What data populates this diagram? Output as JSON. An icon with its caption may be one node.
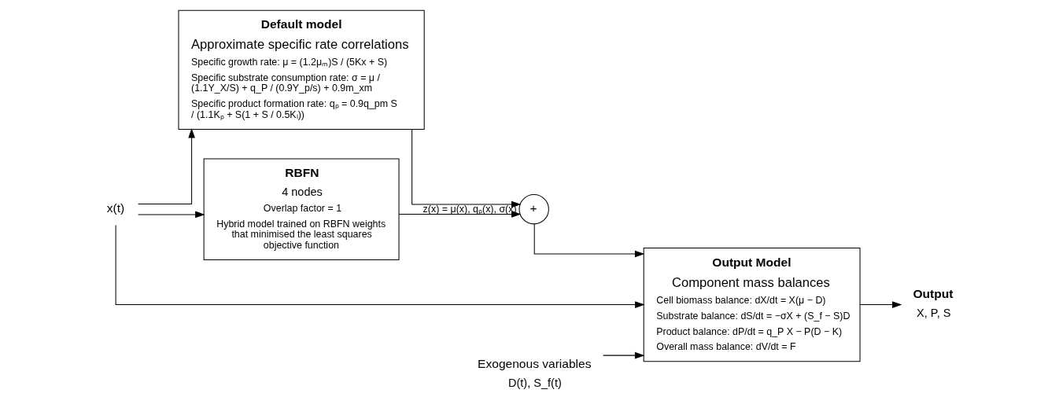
{
  "diagram": {
    "nodes": [
      {
        "text": [
          "x(t)"
        ]
      },
      {
        "text": [
          "Default model",
          "Approximate specific rate correlations",
          "Specific growth rate: μ = (1.2μₘ)S / (5Kx + S)",
          "Specific substrate consumption rate: σ = μ / (1.1Y_X/S) + q_P / (0.9Y_p/s) + 0.9m_xm",
          "Specific product formation rate: qₚ = 0.9q_pm S / (1.1Kₚ + S(1 + S / 0.5Kₗ))"
        ]
      },
      {
        "text": [
          "RBFN",
          "4 nodes",
          "Overlap factor = 1",
          "Hybrid model trained on RBFN weights that minimised the least squares objective function"
        ]
      },
      {
        "text": [
          "+"
        ]
      },
      {
        "text": [
          "Exogenous variables",
          "D(t), S_f(t)"
        ]
      },
      {
        "text": [
          "Output Model",
          "Component mass balances",
          "Cell biomass balance: dX/dt = X(μ − D)",
          "Substrate balance: dS/dt = −σX + (S_f − S)D",
          "Product balance: dP/dt = q_P X − P(D − K)",
          "Overall mass balance: dV/dt = F"
        ]
      },
      {
        "text": [
          "Output",
          "X, P, S"
        ]
      }
    ],
    "edges": [
      {
        "from": 0,
        "to": 1,
        "arrow": "to"
      },
      {
        "from": 0,
        "to": 2,
        "arrow": "to"
      },
      {
        "from": 0,
        "to": 5,
        "arrow": "to"
      },
      {
        "from": 1,
        "to": 3,
        "arrow": "to",
        "label": "z(x) = μ(x), qₚ(x), σ(x)"
      },
      {
        "from": 2,
        "to": 3,
        "arrow": "to"
      },
      {
        "from": 3,
        "to": 5,
        "arrow": "to"
      },
      {
        "from": 4,
        "to": 5,
        "arrow": "to"
      },
      {
        "from": 5,
        "to": 6,
        "arrow": "to"
      }
    ]
  }
}
